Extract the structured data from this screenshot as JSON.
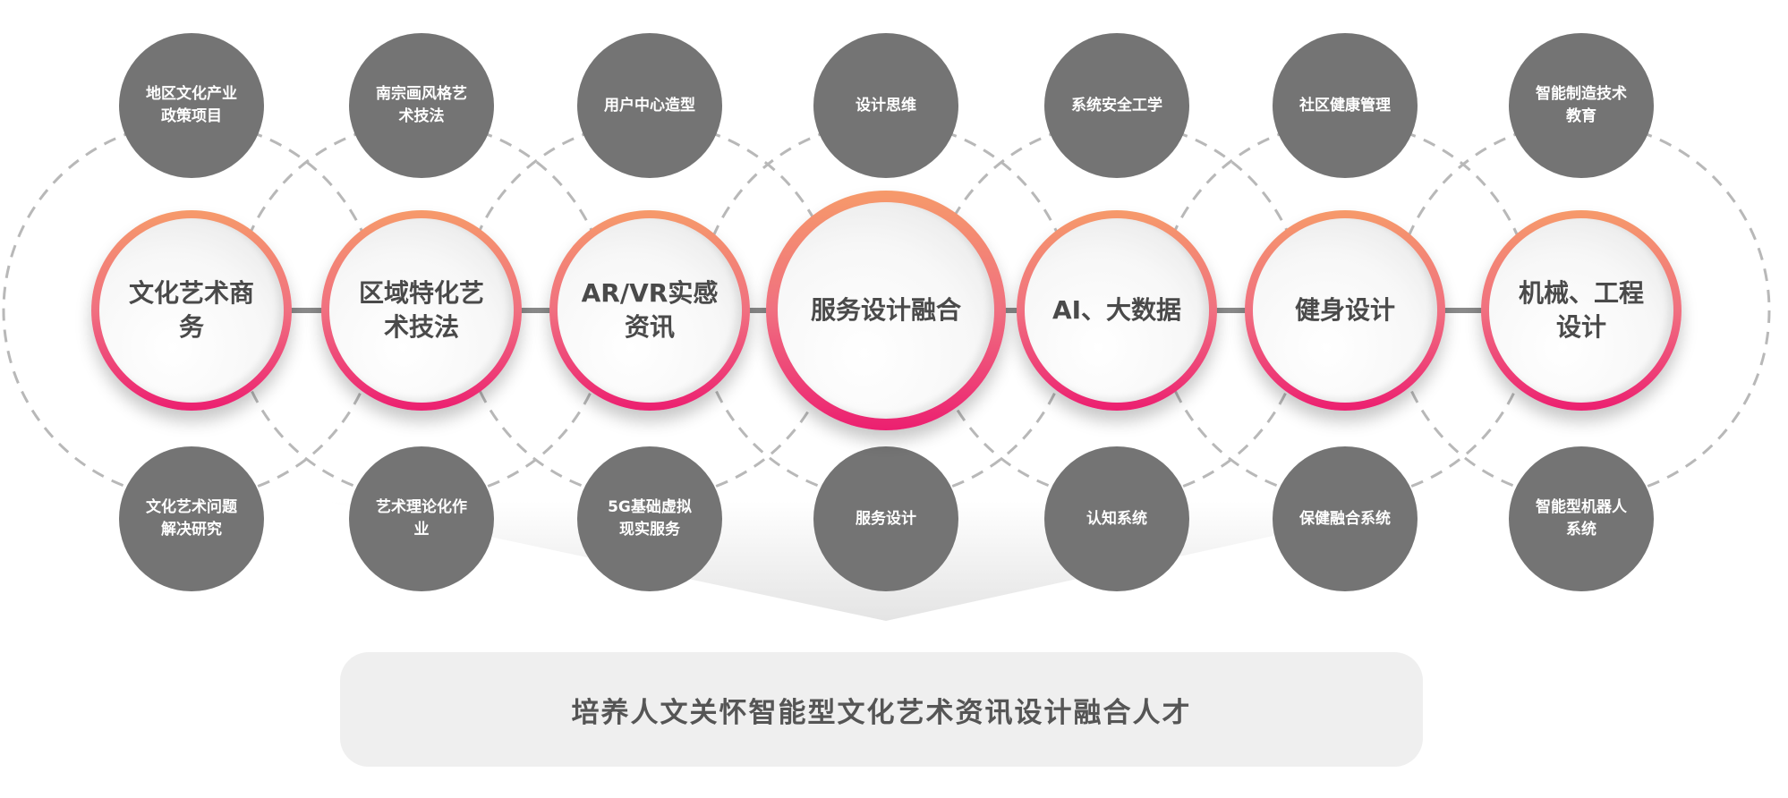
{
  "columns": [
    {
      "top": "地区文化产业政策项目",
      "main": "文化艺术商务",
      "bottom": "文化艺术问题解决研究"
    },
    {
      "top": "南宗画风格艺术技法",
      "main": "区域特化艺术技法",
      "bottom": "艺术理论化作业"
    },
    {
      "top": "用户中心造型",
      "main": "AR/VR实感资讯",
      "bottom": "5G基础虚拟现实服务"
    },
    {
      "top": "设计思维",
      "main": "服务设计融合",
      "bottom": "服务设计"
    },
    {
      "top": "系统安全工学",
      "main": "AI、大数据",
      "bottom": "认知系统"
    },
    {
      "top": "社区健康管理",
      "main": "健身设计",
      "bottom": "保健融合系统"
    },
    {
      "top": "智能制造技术教育",
      "main": "机械、工程设计",
      "bottom": "智能型机器人系统"
    }
  ],
  "goal": "培养人文关怀智能型文化艺术资讯设计融合人才",
  "colors": {
    "node_gray": "#747474",
    "ring_top": "#f69a6a",
    "ring_bottom": "#ec1f70",
    "connector": "#8a8a8a",
    "dash": "#b5b5b5"
  }
}
